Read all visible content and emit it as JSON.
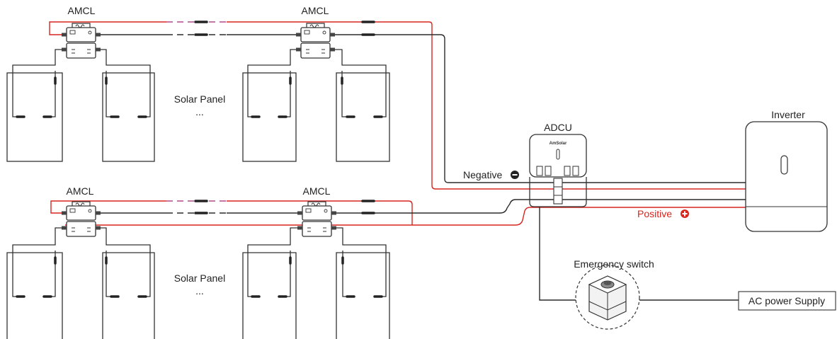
{
  "diagram": {
    "amcl_labels": [
      "AMCL",
      "AMCL",
      "AMCL",
      "AMCL"
    ],
    "solar_panel_labels": [
      "Solar Panel",
      "Solar Panel"
    ],
    "ellipsis": [
      "...",
      "..."
    ],
    "adcu": {
      "label": "ADCU",
      "logo": "AmSolar"
    },
    "inverter": {
      "label": "Inverter"
    },
    "negative": {
      "label": "Negative",
      "icon": "minus-circle-icon"
    },
    "positive": {
      "label": "Positive",
      "icon": "plus-circle-icon"
    },
    "emergency_switch": {
      "label": "Emergency switch",
      "icon": "push-button-switch-icon"
    },
    "ac_supply": {
      "label": "AC power Supply"
    }
  },
  "colors": {
    "positive_wire": "#d7261e",
    "negative_wire": "#2b2b2b",
    "outline": "#333333"
  }
}
